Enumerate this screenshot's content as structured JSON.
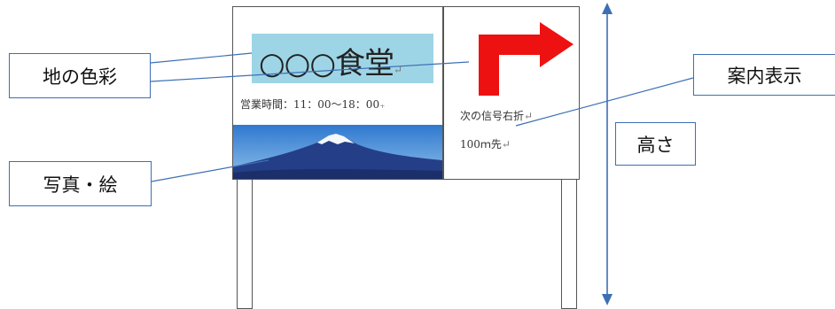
{
  "sign": {
    "shop_name": "○○○食堂",
    "shop_name_mark": "↵",
    "hours": "営業時間：11：00～18：00",
    "hours_mark": "₊",
    "direction_line1": "次の信号右折",
    "direction_line1_mark": "↵",
    "direction_line2": "100ｍ先",
    "direction_line2_mark": "↵"
  },
  "callouts": {
    "ground_color": "地の色彩",
    "photo_picture": "写真・絵",
    "information": "案内表示",
    "height": "高さ"
  },
  "colors": {
    "name_background": "#9ed5e6",
    "arrow": "#ee1111",
    "callout_border": "#3d6fb4",
    "leader_line": "#3d6fb4",
    "height_arrow": "#3d6fb4",
    "sky": "#3f87d6",
    "mountain": "#233f86"
  },
  "icons": {
    "direction_arrow": "right-turn-arrow-icon",
    "height_arrow": "double-headed-vertical-arrow-icon"
  }
}
